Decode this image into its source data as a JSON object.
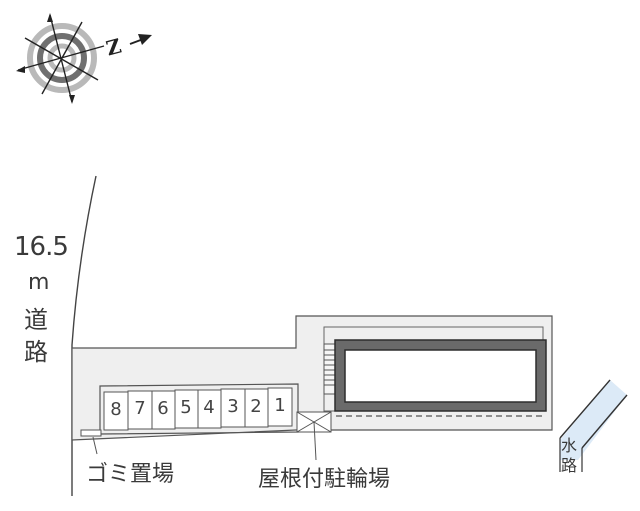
{
  "compass": {
    "icon": "compass-rose-icon",
    "north_label": "N"
  },
  "road": {
    "width_label": "16.5",
    "unit_label": "m",
    "name_chars": [
      "道",
      "路"
    ]
  },
  "parking": {
    "spaces": [
      "8",
      "7",
      "6",
      "5",
      "4",
      "3",
      "2",
      "1"
    ]
  },
  "labels": {
    "garbage": "ゴミ置場",
    "bicycle": "屋根付駐輪場",
    "waterway_chars": [
      "水",
      "路"
    ]
  },
  "colors": {
    "site_fill": "#efefef",
    "building_wall": "#6a6a6a",
    "outline": "#555555",
    "water": "#dceaf7"
  }
}
